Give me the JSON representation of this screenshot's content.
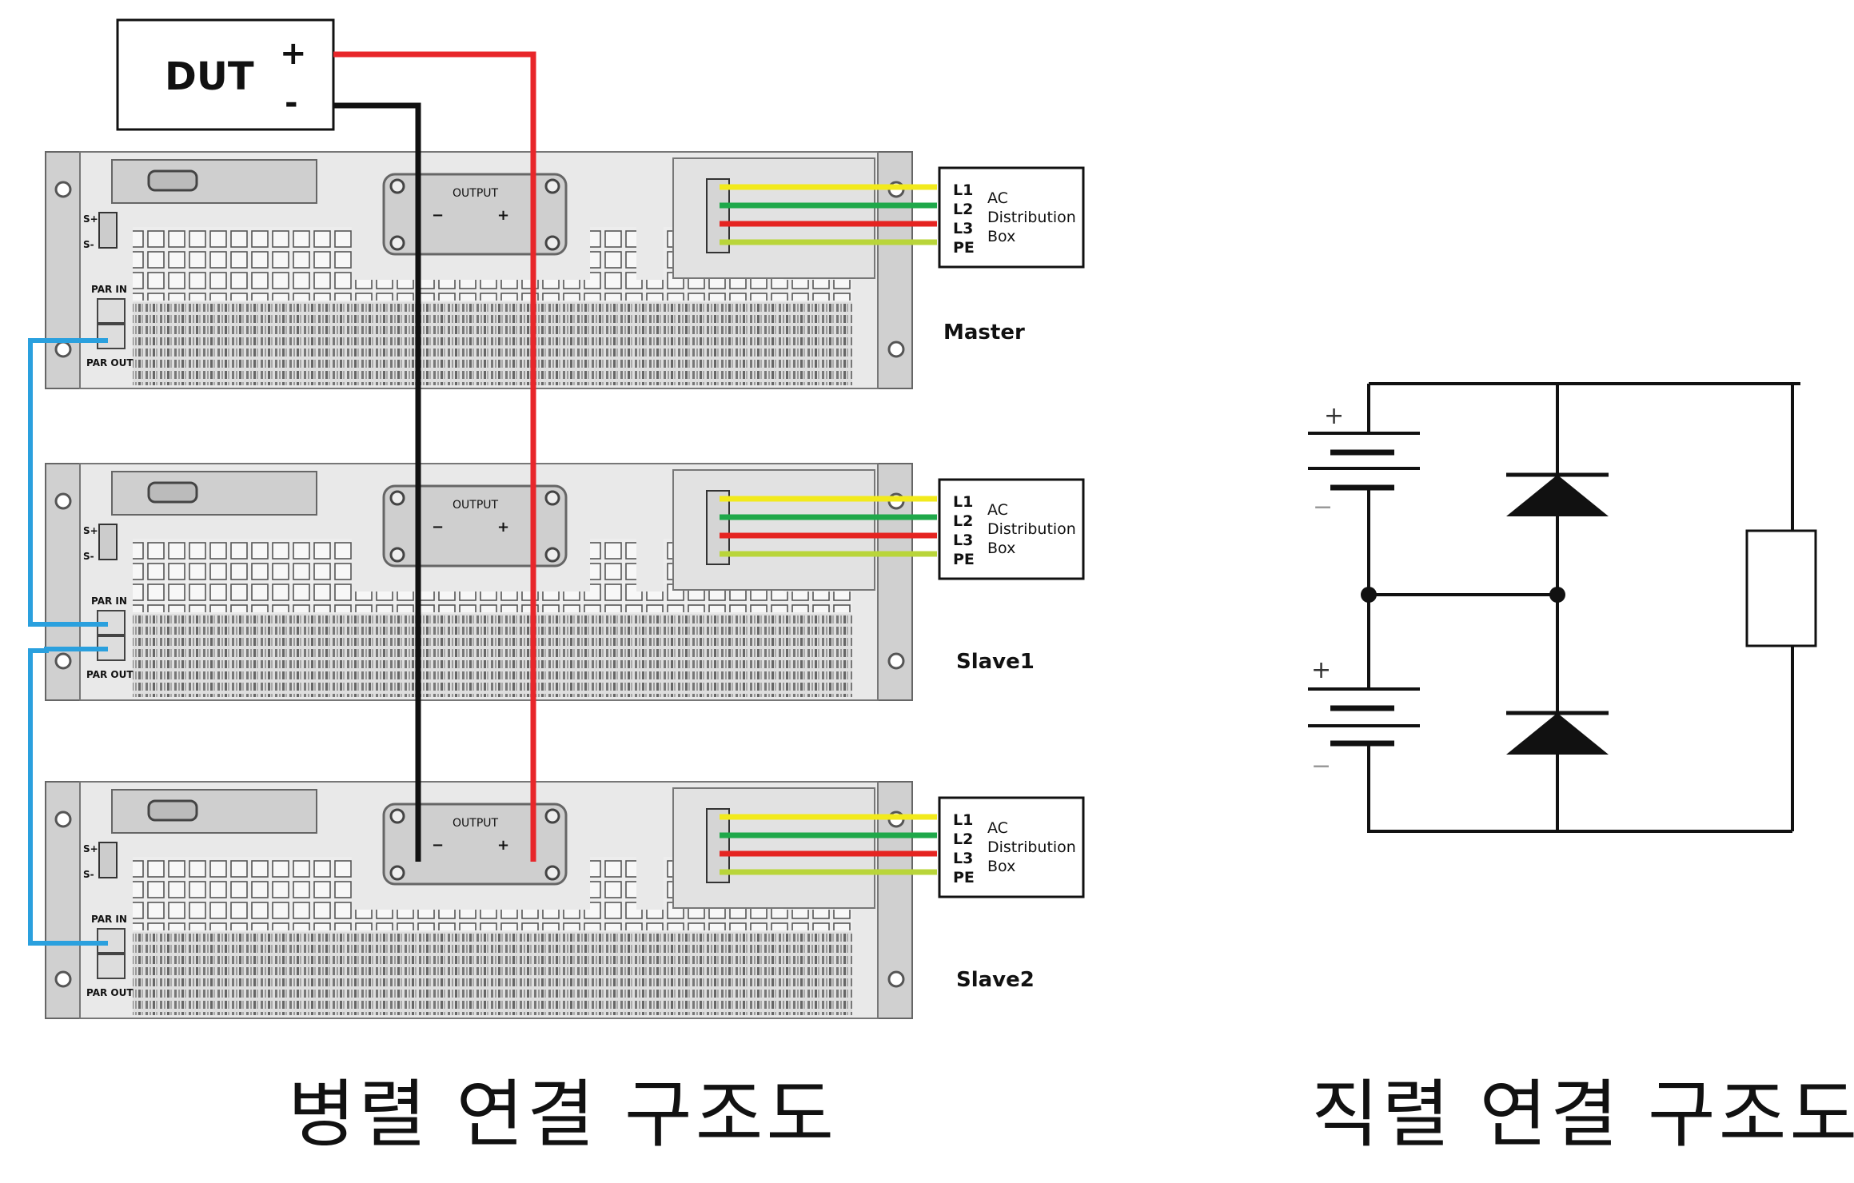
{
  "dut": {
    "label": "DUT",
    "plus": "+",
    "minus": "-"
  },
  "units": [
    {
      "name": "Master",
      "output": "OUTPUT",
      "minus": "−",
      "plus": "+",
      "sense_plus": "S+",
      "sense_minus": "S-",
      "par_in": "PAR IN",
      "par_out": "PAR OUT",
      "ac_box": {
        "lines": [
          "L1",
          "L2",
          "L3",
          "PE"
        ],
        "desc": [
          "AC",
          "Distribution",
          "Box"
        ]
      }
    },
    {
      "name": "Slave1",
      "output": "OUTPUT",
      "minus": "−",
      "plus": "+",
      "sense_plus": "S+",
      "sense_minus": "S-",
      "par_in": "PAR IN",
      "par_out": "PAR OUT",
      "ac_box": {
        "lines": [
          "L1",
          "L2",
          "L3",
          "PE"
        ],
        "desc": [
          "AC",
          "Distribution",
          "Box"
        ]
      }
    },
    {
      "name": "Slave2",
      "output": "OUTPUT",
      "minus": "−",
      "plus": "+",
      "sense_plus": "S+",
      "sense_minus": "S-",
      "par_in": "PAR IN",
      "par_out": "PAR OUT",
      "ac_box": {
        "lines": [
          "L1",
          "L2",
          "L3",
          "PE"
        ],
        "desc": [
          "AC",
          "Distribution",
          "Box"
        ]
      }
    }
  ],
  "series": {
    "plus1": "+",
    "minus1": "−",
    "plus2": "+",
    "minus2": "−"
  },
  "captions": {
    "parallel": "병렬 연결 구조도",
    "series": "직렬 연결 구조도"
  },
  "colors": {
    "L1": "#f2ea1c",
    "L2": "#1fa84a",
    "L3": "#e52421",
    "PE": "#b9d53a",
    "positive_wire": "#e8262a",
    "negative_wire": "#111111",
    "link_wire": "#2aa0de",
    "chassis": "#e9e9e9"
  }
}
